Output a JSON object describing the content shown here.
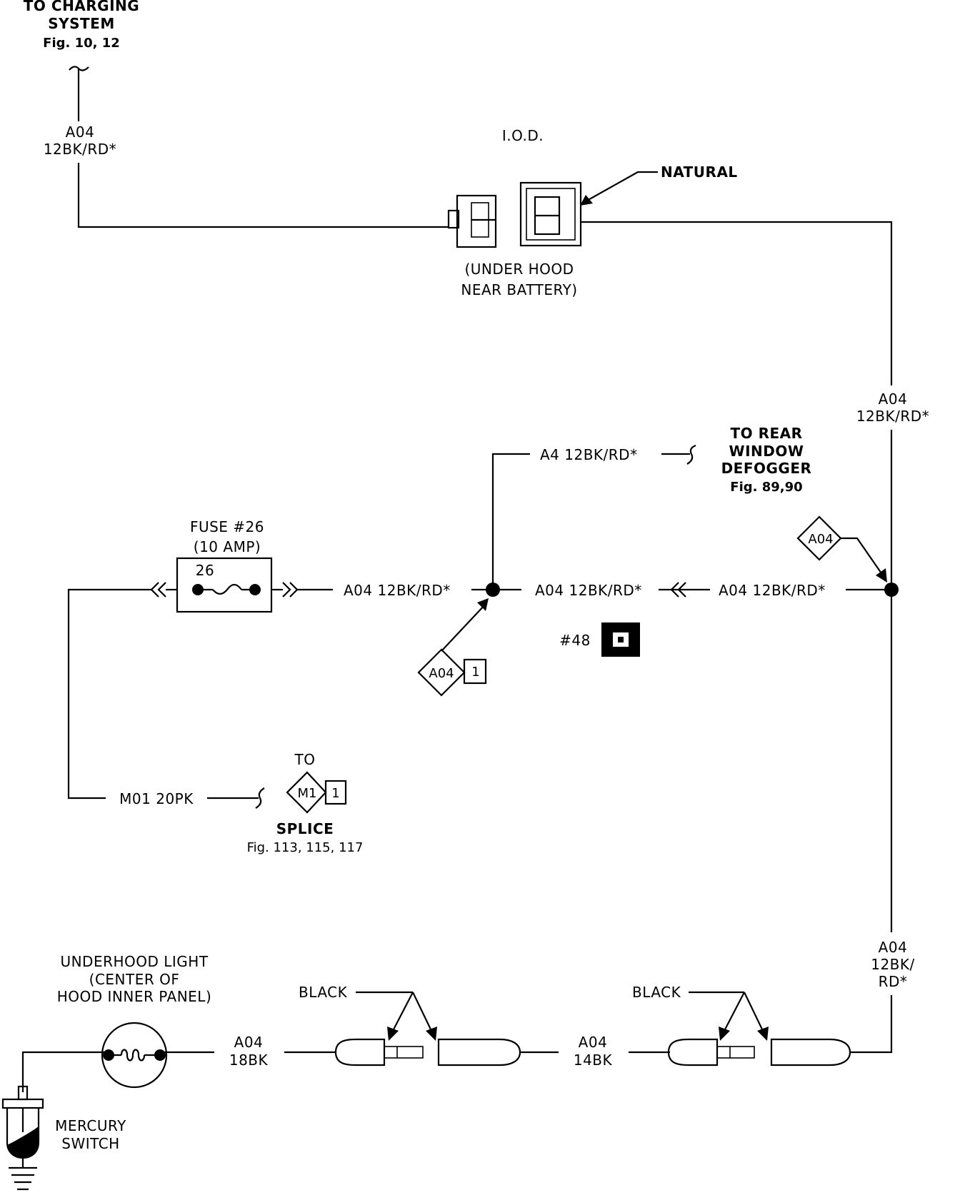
{
  "charging": {
    "line1": "TO CHARGING",
    "line2": "SYSTEM",
    "fig": "Fig. 10, 12"
  },
  "wire_top_left": {
    "code": "A04",
    "gauge": "12BK/RD*"
  },
  "iod": {
    "title": "I.O.D.",
    "natural": "NATURAL",
    "location_line1": "(UNDER HOOD",
    "location_line2": "NEAR BATTERY)"
  },
  "wire_right_upper": {
    "code": "A04",
    "gauge": "12BK/RD*"
  },
  "defogger": {
    "wire": "A4 12BK/RD*",
    "line1": "TO REAR",
    "line2": "WINDOW",
    "line3": "DEFOGGER",
    "fig": "Fig. 89,90"
  },
  "fuse": {
    "line1": "FUSE #26",
    "line2": "(10 AMP)",
    "number": "26"
  },
  "wires_mid": {
    "left": "A04 12BK/RD*",
    "center": "A04 12BK/RD*",
    "right": "A04 12BK/RD*"
  },
  "splice_a04_right": {
    "label": "A04"
  },
  "splice_a04_mid": {
    "label": "A04",
    "num": "1"
  },
  "connector_48": {
    "label": "#48"
  },
  "m01": {
    "wire": "M01 20PK",
    "to": "TO",
    "splice_label": "M1",
    "splice_num": "1",
    "title": "SPLICE",
    "fig": "Fig. 113, 115, 117"
  },
  "wire_right_lower": {
    "code": "A04",
    "gauge_line1": "12BK/",
    "gauge_line2": "RD*"
  },
  "underhood_light": {
    "line1": "UNDERHOOD LIGHT",
    "line2": "(CENTER OF",
    "line3": "HOOD INNER PANEL)"
  },
  "wire_bottom_left": {
    "code": "A04",
    "gauge": "18BK"
  },
  "wire_bottom_mid": {
    "code": "A04",
    "gauge": "14BK"
  },
  "connector_left": {
    "label": "BLACK"
  },
  "connector_right": {
    "label": "BLACK"
  },
  "mercury_switch": {
    "line1": "MERCURY",
    "line2": "SWITCH"
  }
}
